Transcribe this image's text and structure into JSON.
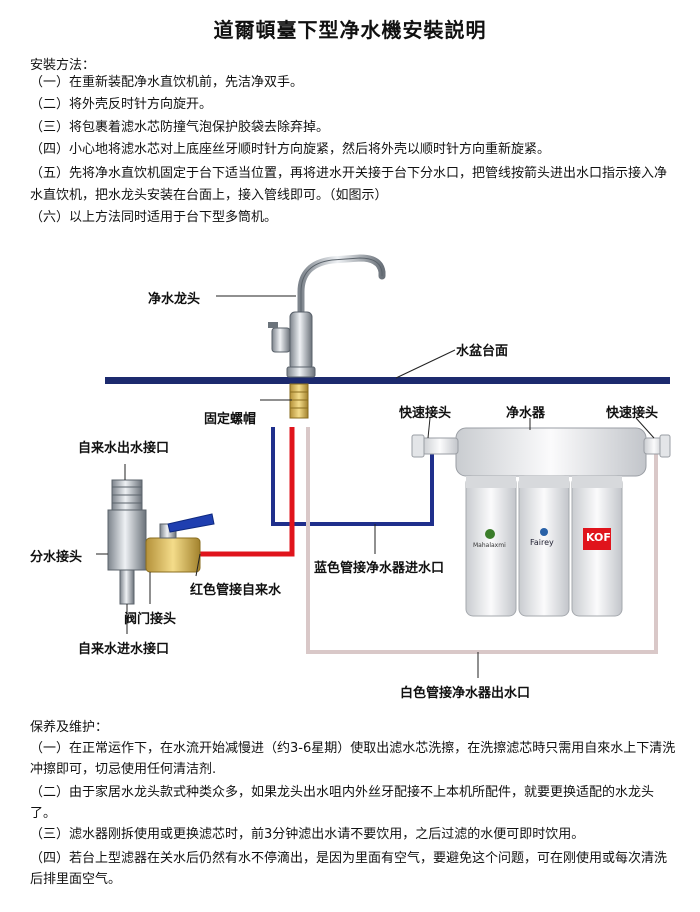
{
  "title": "道爾頓臺下型净水機安裝説明",
  "install": {
    "heading": "安裝方法：",
    "steps": [
      "（一）在重新装配净水直饮机前，先洁净双手。",
      "（二）将外壳反时针方向旋开。",
      "（三）将包裹着滤水芯防撞气泡保护胶袋去除弃掉。",
      "（四）小心地将滤水芯对上底座丝牙顺时针方向旋紧，然后将外壳以顺时针方向重新旋紧。",
      "（五）先将净水直饮机固定于台下适当位置，再将进水开关接于台下分水口，把管线按箭头进出水口指示接入净水直饮机，把水龙头安装在台面上，接入管线即可。（如图示）",
      "（六）以上方法同时适用于台下型多筒机。"
    ]
  },
  "diagram": {
    "labels": {
      "faucet": "净水龙头",
      "sink": "水盆台面",
      "nut": "固定螺帽",
      "quick_left": "快速接头",
      "purifier": "净水器",
      "quick_right": "快速接头",
      "tap_outlet": "自来水出水接口",
      "diverter": "分水接头",
      "red_pipe": "红色管接自来水",
      "blue_pipe": "蓝色管接净水器进水口",
      "valve": "阀门接头",
      "tap_inlet": "自来水进水接口",
      "white_pipe": "白色管接净水器出水口"
    },
    "brands": [
      "Mahalaxmi",
      "Fairey",
      "KOF"
    ],
    "colors": {
      "sink_line": "#1c2a6e",
      "red_pipe": "#e0141c",
      "blue_pipe": "#1f2f8c",
      "white_pipe": "#d9c8c8"
    }
  },
  "maintenance": {
    "heading": "保养及维护：",
    "items": [
      "（一）在正常运作下，在水流开始减慢进（约3-6星期）使取出滤水芯洗擦，在洗擦滤芯時只需用自來水上下清洗冲擦即可，切忌使用任何清洁剂.",
      "（二）由于家居水龙头款式种类众多，如果龙头出水咀内外丝牙配接不上本机所配件，就要更换适配的水龙头了。",
      "（三）滤水器刚拆使用或更换滤芯时，前3分钟滤出水请不要饮用，之后过滤的水便可即时饮用。",
      "（四）若台上型滤器在关水后仍然有水不停滴出，是因为里面有空气，要避免这个问题，可在刚使用或每次清洗后排里面空气。"
    ]
  }
}
